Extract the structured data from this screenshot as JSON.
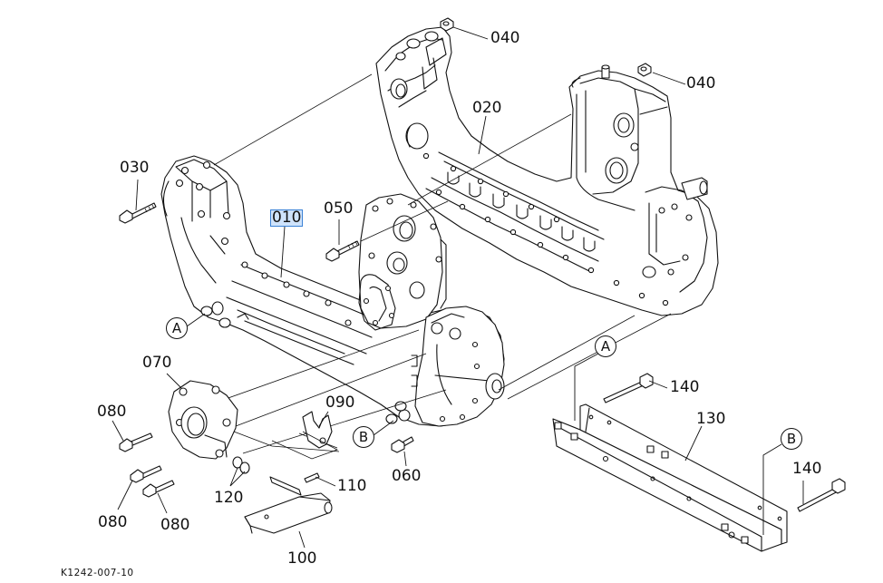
{
  "diagram": {
    "drawing_code": "K1242-007-10",
    "selected_part": "010",
    "callouts": [
      {
        "id": "lbl-040-a",
        "number": "040"
      },
      {
        "id": "lbl-040-b",
        "number": "040"
      },
      {
        "id": "lbl-020",
        "number": "020"
      },
      {
        "id": "lbl-030",
        "number": "030"
      },
      {
        "id": "lbl-010",
        "number": "010"
      },
      {
        "id": "lbl-050",
        "number": "050"
      },
      {
        "id": "lbl-070",
        "number": "070"
      },
      {
        "id": "lbl-080-a",
        "number": "080"
      },
      {
        "id": "lbl-090",
        "number": "090"
      },
      {
        "id": "lbl-060",
        "number": "060"
      },
      {
        "id": "lbl-080-b",
        "number": "080"
      },
      {
        "id": "lbl-080-c",
        "number": "080"
      },
      {
        "id": "lbl-120",
        "number": "120"
      },
      {
        "id": "lbl-110",
        "number": "110"
      },
      {
        "id": "lbl-100",
        "number": "100"
      },
      {
        "id": "lbl-140-a",
        "number": "140"
      },
      {
        "id": "lbl-130",
        "number": "130"
      },
      {
        "id": "lbl-140-b",
        "number": "140"
      }
    ],
    "reference_markers": [
      {
        "id": "marker-a-left",
        "letter": "A"
      },
      {
        "id": "marker-b-left",
        "letter": "B"
      },
      {
        "id": "marker-a-right",
        "letter": "A"
      },
      {
        "id": "marker-b-right",
        "letter": "B"
      }
    ],
    "colors": {
      "line": "#111111",
      "selection_fill": "#cfe3fb",
      "selection_border": "#3b82d6"
    }
  }
}
